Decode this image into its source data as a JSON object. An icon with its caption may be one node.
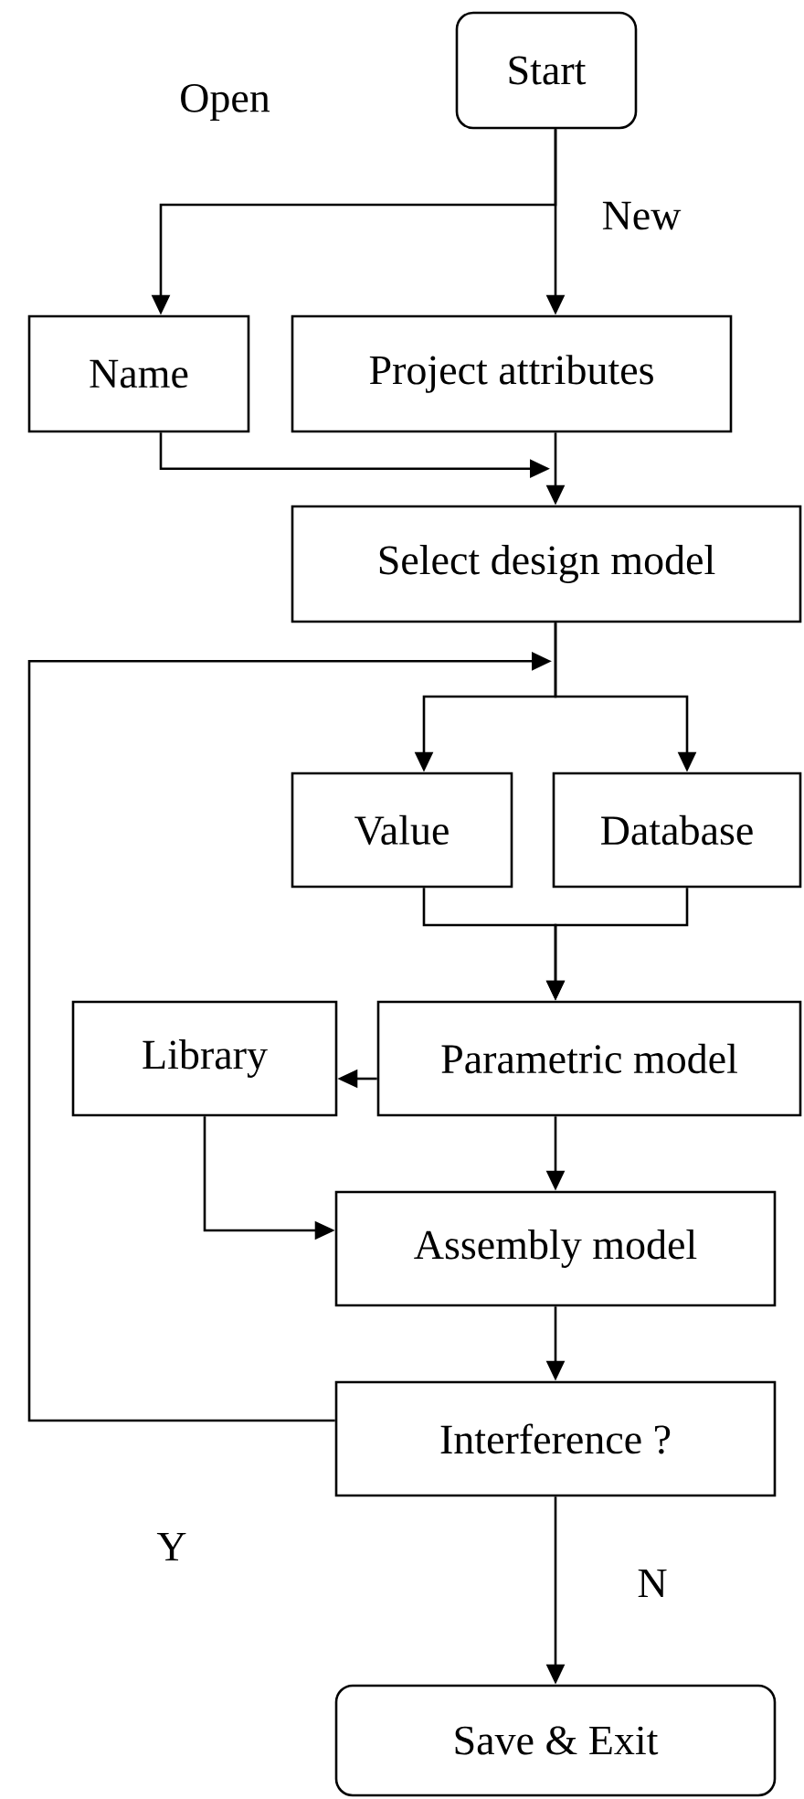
{
  "diagram": {
    "nodes": [
      {
        "text": [
          "Start"
        ]
      },
      {
        "text": [
          "Name"
        ]
      },
      {
        "text": [
          "Project attributes"
        ]
      },
      {
        "text": [
          "Select design model"
        ]
      },
      {
        "text": [
          "Value"
        ]
      },
      {
        "text": [
          "Database"
        ]
      },
      {
        "text": [
          "Parametric model"
        ]
      },
      {
        "text": [
          "Library"
        ]
      },
      {
        "text": [
          "Assembly model"
        ]
      },
      {
        "text": [
          "Interference ?"
        ]
      },
      {
        "text": [
          "Save & Exit"
        ]
      }
    ],
    "edges": [
      {
        "from": 0,
        "to": 1,
        "arrow": "to",
        "label": "Open"
      },
      {
        "from": 0,
        "to": 2,
        "arrow": "to",
        "label": "New"
      },
      {
        "from": 1,
        "to": 3,
        "arrow": "to"
      },
      {
        "from": 2,
        "to": 3,
        "arrow": "to"
      },
      {
        "from": 3,
        "to": 4,
        "arrow": "to"
      },
      {
        "from": 3,
        "to": 5,
        "arrow": "to"
      },
      {
        "from": 4,
        "to": 6,
        "arrow": "to"
      },
      {
        "from": 5,
        "to": 6,
        "arrow": "to"
      },
      {
        "from": 6,
        "to": 7,
        "arrow": "to"
      },
      {
        "from": 6,
        "to": 8,
        "arrow": "to"
      },
      {
        "from": 7,
        "to": 8,
        "arrow": "to"
      },
      {
        "from": 8,
        "to": 9,
        "arrow": "to"
      },
      {
        "from": 9,
        "to": 3,
        "arrow": "to",
        "label": "Y"
      },
      {
        "from": 9,
        "to": 10,
        "arrow": "to",
        "label": "N"
      }
    ]
  }
}
